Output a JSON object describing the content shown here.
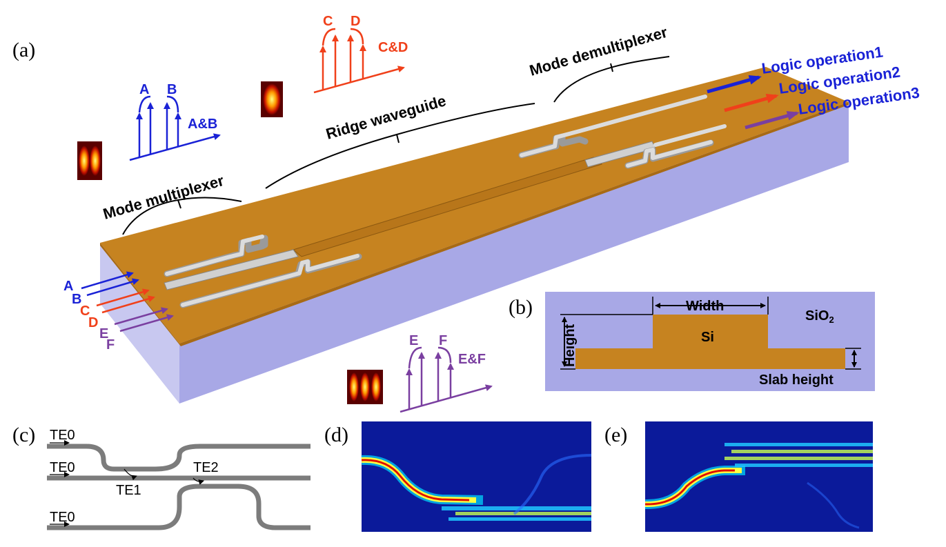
{
  "panels": {
    "a": "(a)",
    "b": "(b)",
    "c": "(c)",
    "d": "(d)",
    "e": "(e)"
  },
  "sections": {
    "mux": "Mode multiplexer",
    "ridge": "Ridge waveguide",
    "demux": "Mode demultiplexer"
  },
  "outputs": [
    "Logic operation1",
    "Logic operation2",
    "Logic operation3"
  ],
  "inputs": [
    "A",
    "B",
    "C",
    "D",
    "E",
    "F"
  ],
  "signals": {
    "ab": {
      "first": "A",
      "second": "B",
      "result": "A&B"
    },
    "cd": {
      "first": "C",
      "second": "D",
      "result": "C&D"
    },
    "ef": {
      "first": "E",
      "second": "F",
      "result": "E&F"
    }
  },
  "cross_section": {
    "width": "Width",
    "height": "Height",
    "core": "Si",
    "cladding": "SiO",
    "cladding_sub": "2",
    "slab": "Slab height"
  },
  "coupler": {
    "te0_top": "TE0",
    "te0_mid": "TE0",
    "te0_bot": "TE0",
    "te1": "TE1",
    "te2": "TE2"
  },
  "colors": {
    "blue": "#1a22d6",
    "red": "#f0401a",
    "purple": "#7a3fa0",
    "chip_top": "#c68320",
    "substrate": "#a8a8e6",
    "field_bg": "#0b1a9a"
  }
}
